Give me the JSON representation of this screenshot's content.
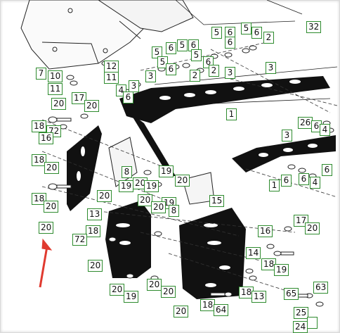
{
  "diagram": {
    "description_free": true,
    "callouts": [
      "2",
      "3",
      "4",
      "5",
      "6",
      "7",
      "8",
      "10",
      "11",
      "12",
      "13",
      "14",
      "15",
      "16",
      "17",
      "18",
      "19",
      "20",
      "26",
      "32",
      "63",
      "64",
      "65",
      "72",
      "24",
      "25"
    ],
    "accent_color": "#e03a2f",
    "label_border_color": "#2e8b2e",
    "part_color": "#111111"
  },
  "labels": [
    {
      "t": "32"
    },
    {
      "t": "5"
    },
    {
      "t": "6"
    },
    {
      "t": "5"
    },
    {
      "t": "6"
    },
    {
      "t": "2"
    },
    {
      "t": "6"
    },
    {
      "t": "5"
    },
    {
      "t": "6"
    },
    {
      "t": "5"
    },
    {
      "t": "6"
    },
    {
      "t": "5"
    },
    {
      "t": "6"
    },
    {
      "t": "5"
    },
    {
      "t": "12"
    },
    {
      "t": "11"
    },
    {
      "t": "6"
    },
    {
      "t": "2"
    },
    {
      "t": "3"
    },
    {
      "t": "2"
    },
    {
      "t": "3"
    },
    {
      "t": "3"
    },
    {
      "t": "7"
    },
    {
      "t": "10"
    },
    {
      "t": "11"
    },
    {
      "t": "4"
    },
    {
      "t": "6"
    },
    {
      "t": "3"
    },
    {
      "t": "17"
    },
    {
      "t": "20"
    },
    {
      "t": "20"
    },
    {
      "t": "1"
    },
    {
      "t": "18"
    },
    {
      "t": "72"
    },
    {
      "t": "16"
    },
    {
      "t": "26"
    },
    {
      "t": "6"
    },
    {
      "t": "4"
    },
    {
      "t": "3"
    },
    {
      "t": "18"
    },
    {
      "t": "20"
    },
    {
      "t": "8"
    },
    {
      "t": "19"
    },
    {
      "t": "20"
    },
    {
      "t": "19"
    },
    {
      "t": "20"
    },
    {
      "t": "1"
    },
    {
      "t": "6"
    },
    {
      "t": "6"
    },
    {
      "t": "4"
    },
    {
      "t": "6"
    },
    {
      "t": "18"
    },
    {
      "t": "20"
    },
    {
      "t": "20"
    },
    {
      "t": "19"
    },
    {
      "t": "19"
    },
    {
      "t": "20"
    },
    {
      "t": "20"
    },
    {
      "t": "8"
    },
    {
      "t": "15"
    },
    {
      "t": "13"
    },
    {
      "t": "20"
    },
    {
      "t": "17"
    },
    {
      "t": "20"
    },
    {
      "t": "18"
    },
    {
      "t": "72"
    },
    {
      "t": "16"
    },
    {
      "t": "14"
    },
    {
      "t": "20"
    },
    {
      "t": "18"
    },
    {
      "t": "19"
    },
    {
      "t": "20"
    },
    {
      "t": "19"
    },
    {
      "t": "20"
    },
    {
      "t": "20"
    },
    {
      "t": "18"
    },
    {
      "t": "13"
    },
    {
      "t": "20"
    },
    {
      "t": "18"
    },
    {
      "t": "64"
    },
    {
      "t": "65"
    },
    {
      "t": "63"
    },
    {
      "t": "25"
    },
    {
      "t": "24"
    }
  ]
}
